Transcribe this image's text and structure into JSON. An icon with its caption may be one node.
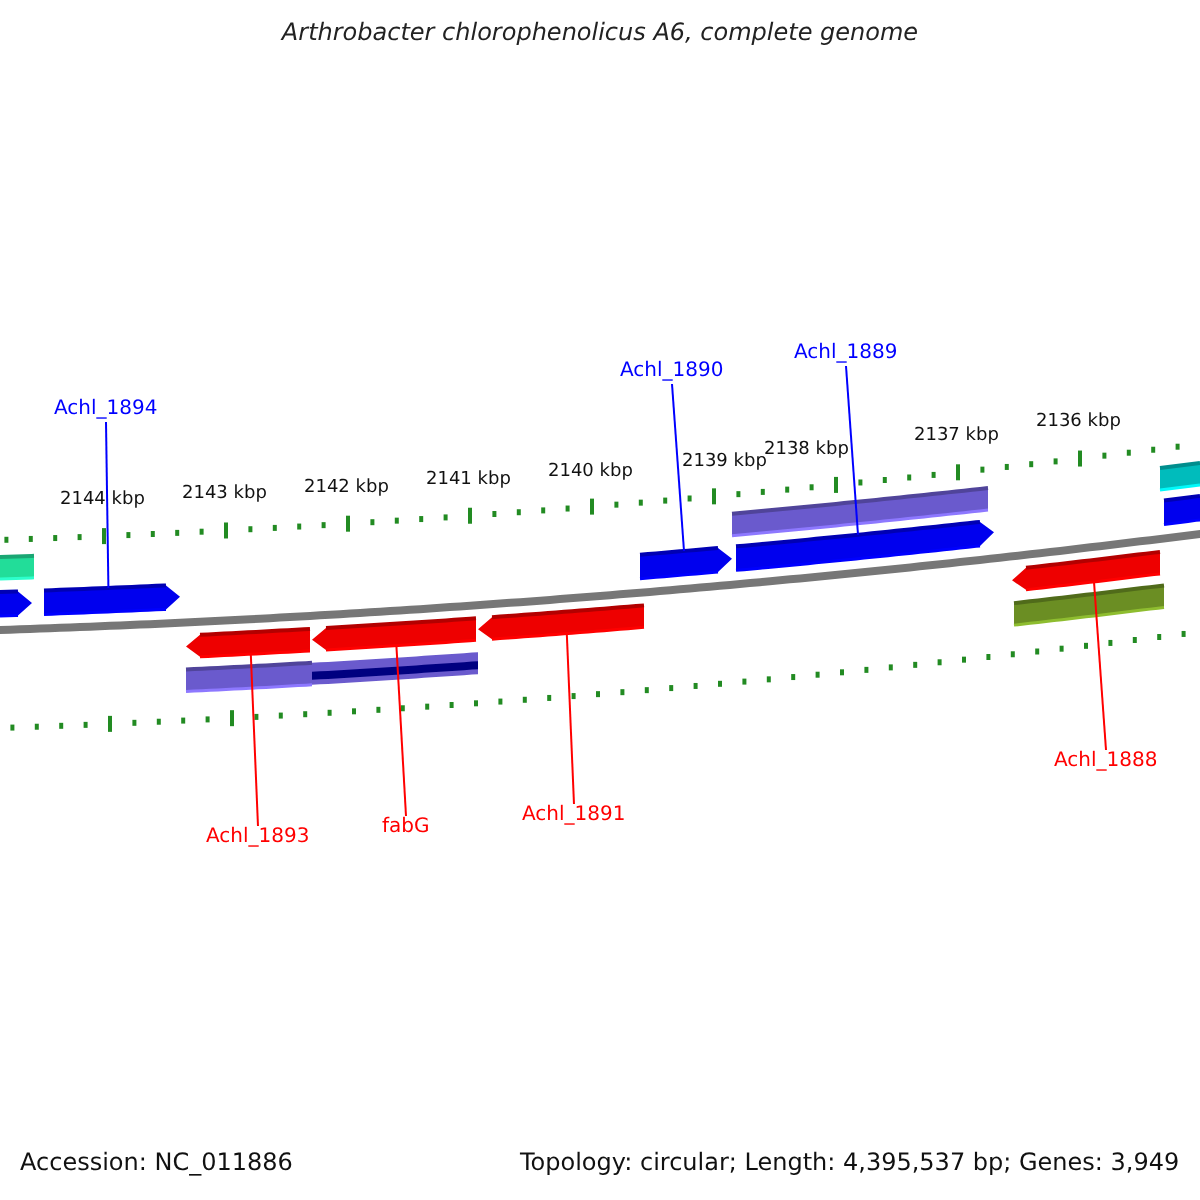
{
  "diagram": {
    "title": "Arthrobacter chlorophenolicus A6, complete genome",
    "nodes": [
      {
        "text": [
          "Achl_1894"
        ]
      },
      {
        "text": [
          "Achl_1890"
        ]
      },
      {
        "text": [
          "Achl_1889"
        ]
      },
      {
        "text": [
          "Achl_1893"
        ]
      },
      {
        "text": [
          "fabG"
        ]
      },
      {
        "text": [
          "Achl_1891"
        ]
      },
      {
        "text": [
          "Achl_1888"
        ]
      },
      {
        "text": [],
        "shape": "arrow"
      },
      {
        "text": [],
        "shape": "arrow"
      },
      {
        "text": [],
        "shape": "arrow"
      },
      {
        "text": [],
        "shape": "arrow"
      },
      {
        "text": [],
        "shape": "arrow"
      },
      {
        "text": [],
        "shape": "arrow"
      },
      {
        "text": [],
        "shape": "arrow"
      }
    ],
    "edges": [
      {
        "from": 0,
        "to": 7,
        "arrow": "none",
        "color": "#0000ff"
      },
      {
        "from": 1,
        "to": 8,
        "arrow": "none",
        "color": "#0000ff"
      },
      {
        "from": 2,
        "to": 9,
        "arrow": "none",
        "color": "#0000ff"
      },
      {
        "from": 3,
        "to": 10,
        "arrow": "none",
        "color": "#ff0000"
      },
      {
        "from": 4,
        "to": 11,
        "arrow": "none",
        "color": "#ff0000"
      },
      {
        "from": 5,
        "to": 12,
        "arrow": "none",
        "color": "#ff0000"
      },
      {
        "from": 6,
        "to": 13,
        "arrow": "none",
        "color": "#ff0000"
      }
    ],
    "labels": [
      "2144 kbp",
      "2143 kbp",
      "2142 kbp",
      "2141 kbp",
      "2140 kbp",
      "2139 kbp",
      "2138 kbp",
      "2137 kbp",
      "2136 kbp",
      "Accession: NC_011886",
      "Topology: circular; Length: 4,395,537 bp; Genes: 3,949"
    ]
  }
}
